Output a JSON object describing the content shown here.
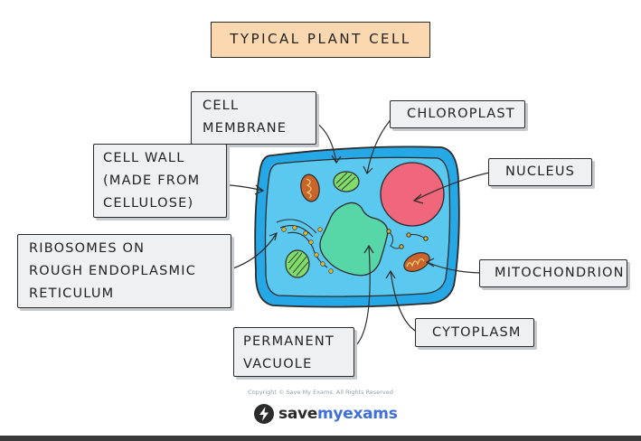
{
  "title": "TYPICAL PLANT CELL",
  "labels": {
    "cell_membrane": [
      "CELL",
      "MEMBRANE"
    ],
    "chloroplast": [
      "CHLOROPLAST"
    ],
    "cell_wall": [
      "CELL WALL",
      "(MADE FROM",
      "CELLULOSE)"
    ],
    "nucleus": [
      "NUCLEUS"
    ],
    "ribosomes": [
      "RIBOSOMES  ON",
      "ROUGH  ENDOPLASMIC",
      "RETICULUM"
    ],
    "mitochondrion": [
      "MITOCHONDRION"
    ],
    "cytoplasm": [
      "CYTOPLASM"
    ],
    "vacuole": [
      "PERMANENT",
      "VACUOLE"
    ]
  },
  "copyright": "Copyright © Save My Exams. All Rights Reserved",
  "logo": {
    "text_a": "save",
    "text_b": "myexams"
  },
  "colors": {
    "cell_wall": "#27a8e6",
    "cytoplasm": "#5bc8f0",
    "vacuole": "#57d6a8",
    "nucleus": "#f0667a",
    "chloroplast": "#7fdc6a",
    "mitochondrion": "#c9652c",
    "ribosome": "#e3b52e",
    "title_bg": "#fbd8b0",
    "tag_bg": "#eef0f2"
  }
}
